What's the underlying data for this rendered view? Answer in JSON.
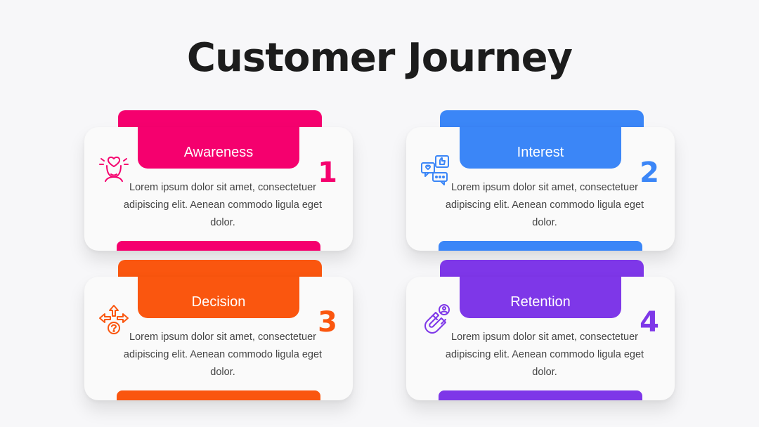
{
  "title": "Customer Journey",
  "cards": [
    {
      "label": "Awareness",
      "number": "1",
      "text": "Lorem ipsum dolor sit amet, consectetuer adipiscing elit. Aenean commodo ligula eget dolor.",
      "color": "#f5006e",
      "icon": "head-with-heart-icon"
    },
    {
      "label": "Interest",
      "number": "2",
      "text": "Lorem ipsum dolor sit amet, consectetuer adipiscing elit. Aenean commodo ligula eget dolor.",
      "color": "#3b86f7",
      "icon": "chat-bubbles-like-icon"
    },
    {
      "label": "Decision",
      "number": "3",
      "text": "Lorem ipsum dolor sit amet, consectetuer adipiscing elit. Aenean commodo ligula eget dolor.",
      "color": "#fa560f",
      "icon": "direction-arrows-question-icon"
    },
    {
      "label": "Retention",
      "number": "4",
      "text": "Lorem ipsum dolor sit amet, consectetuer adipiscing elit. Aenean commodo ligula eget dolor.",
      "color": "#7e37e8",
      "icon": "magnet-user-icon"
    }
  ]
}
